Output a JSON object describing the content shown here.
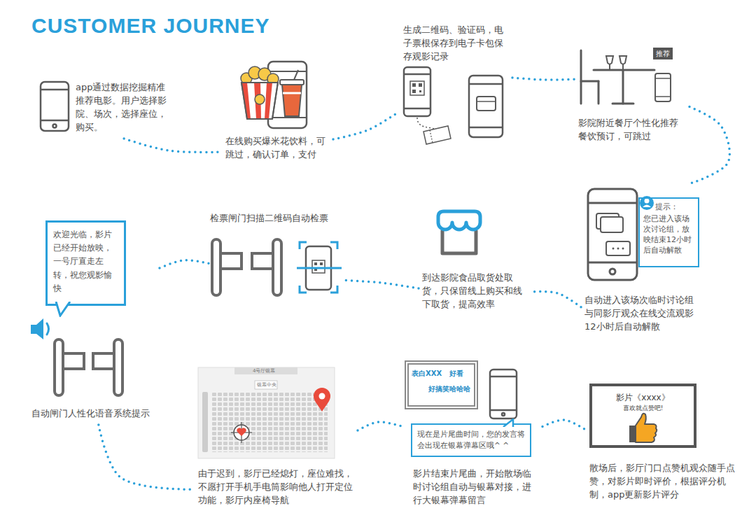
{
  "diagram": {
    "title": "CUSTOMER JOURNEY",
    "nodes": [
      {
        "text": [
          "app通过数据挖掘精准推荐电影。用户选择影院、场次，选择座位，购买。"
        ]
      },
      {
        "text": [
          "在线购买爆米花饮料，可跳过，确认订单，支付"
        ]
      },
      {
        "text": [
          "生成二维码、验证码，电子票根保存到电子卡包保存观影记录"
        ]
      },
      {
        "text": [
          "影院附近餐厅个性化推荐餐饮预订，可跳过"
        ]
      },
      {
        "text": [
          "推荐"
        ],
        "in": 3
      },
      {
        "text": [
          "自动进入该场次临时讨论组与同影厅观众在线交流观影12小时后自动解散"
        ]
      },
      {
        "text": [
          "提示：",
          "您已进入该场次讨论组，放映结束12小时后自动解散"
        ],
        "in": 5
      },
      {
        "text": [
          "到达影院食品取货处取货，只保留线上购买和线下取货，提高效率"
        ]
      },
      {
        "text": [
          "检票闸门扫描二维码自动检票"
        ]
      },
      {
        "text": [
          "自动闸门人性化语音系统提示"
        ]
      },
      {
        "text": [
          "欢迎光临，影片已经开始放映，一号厅直走左转，祝您观影愉快"
        ],
        "in": 9
      },
      {
        "text": [
          "由于迟到，影厅已经熄灯，座位难找，不愿打开手机手电筒影响他人打开定位功能，影厅内座椅导航"
        ]
      },
      {
        "text": [
          "影片结束片尾曲，开始散场临时讨论组自动与银幕对接，进行大银幕弹幕留言"
        ]
      },
      {
        "text": [
          "表白XXX",
          "好看",
          "好搞笑哈哈哈"
        ],
        "in": 12
      },
      {
        "text": [
          "现在是片尾曲时间，您的发言将会出现在银幕弹幕区哦^ ^"
        ],
        "in": 12
      },
      {
        "text": [
          "散场后，影厅门口点赞机观众随手点赞，对影片即时评价，根据评分机制，app更新影片评分"
        ]
      },
      {
        "text": [
          "影片《xxxx》",
          "喜欢就点赞吧!"
        ],
        "in": 15
      }
    ],
    "edges": [
      {
        "from": 0,
        "to": 1,
        "arrow": "none"
      },
      {
        "from": 1,
        "to": 2,
        "arrow": "none"
      },
      {
        "from": 2,
        "to": 3,
        "arrow": "none"
      },
      {
        "from": 3,
        "to": 5,
        "arrow": "none"
      },
      {
        "from": 5,
        "to": 7,
        "arrow": "none"
      },
      {
        "from": 7,
        "to": 8,
        "arrow": "none"
      },
      {
        "from": 8,
        "to": 9,
        "arrow": "none"
      },
      {
        "from": 9,
        "to": 11,
        "arrow": "none"
      },
      {
        "from": 11,
        "to": 12,
        "arrow": "none"
      },
      {
        "from": 12,
        "to": 15,
        "arrow": "none"
      }
    ],
    "labels": [
      "4号厅银幕",
      "银幕中央"
    ]
  }
}
